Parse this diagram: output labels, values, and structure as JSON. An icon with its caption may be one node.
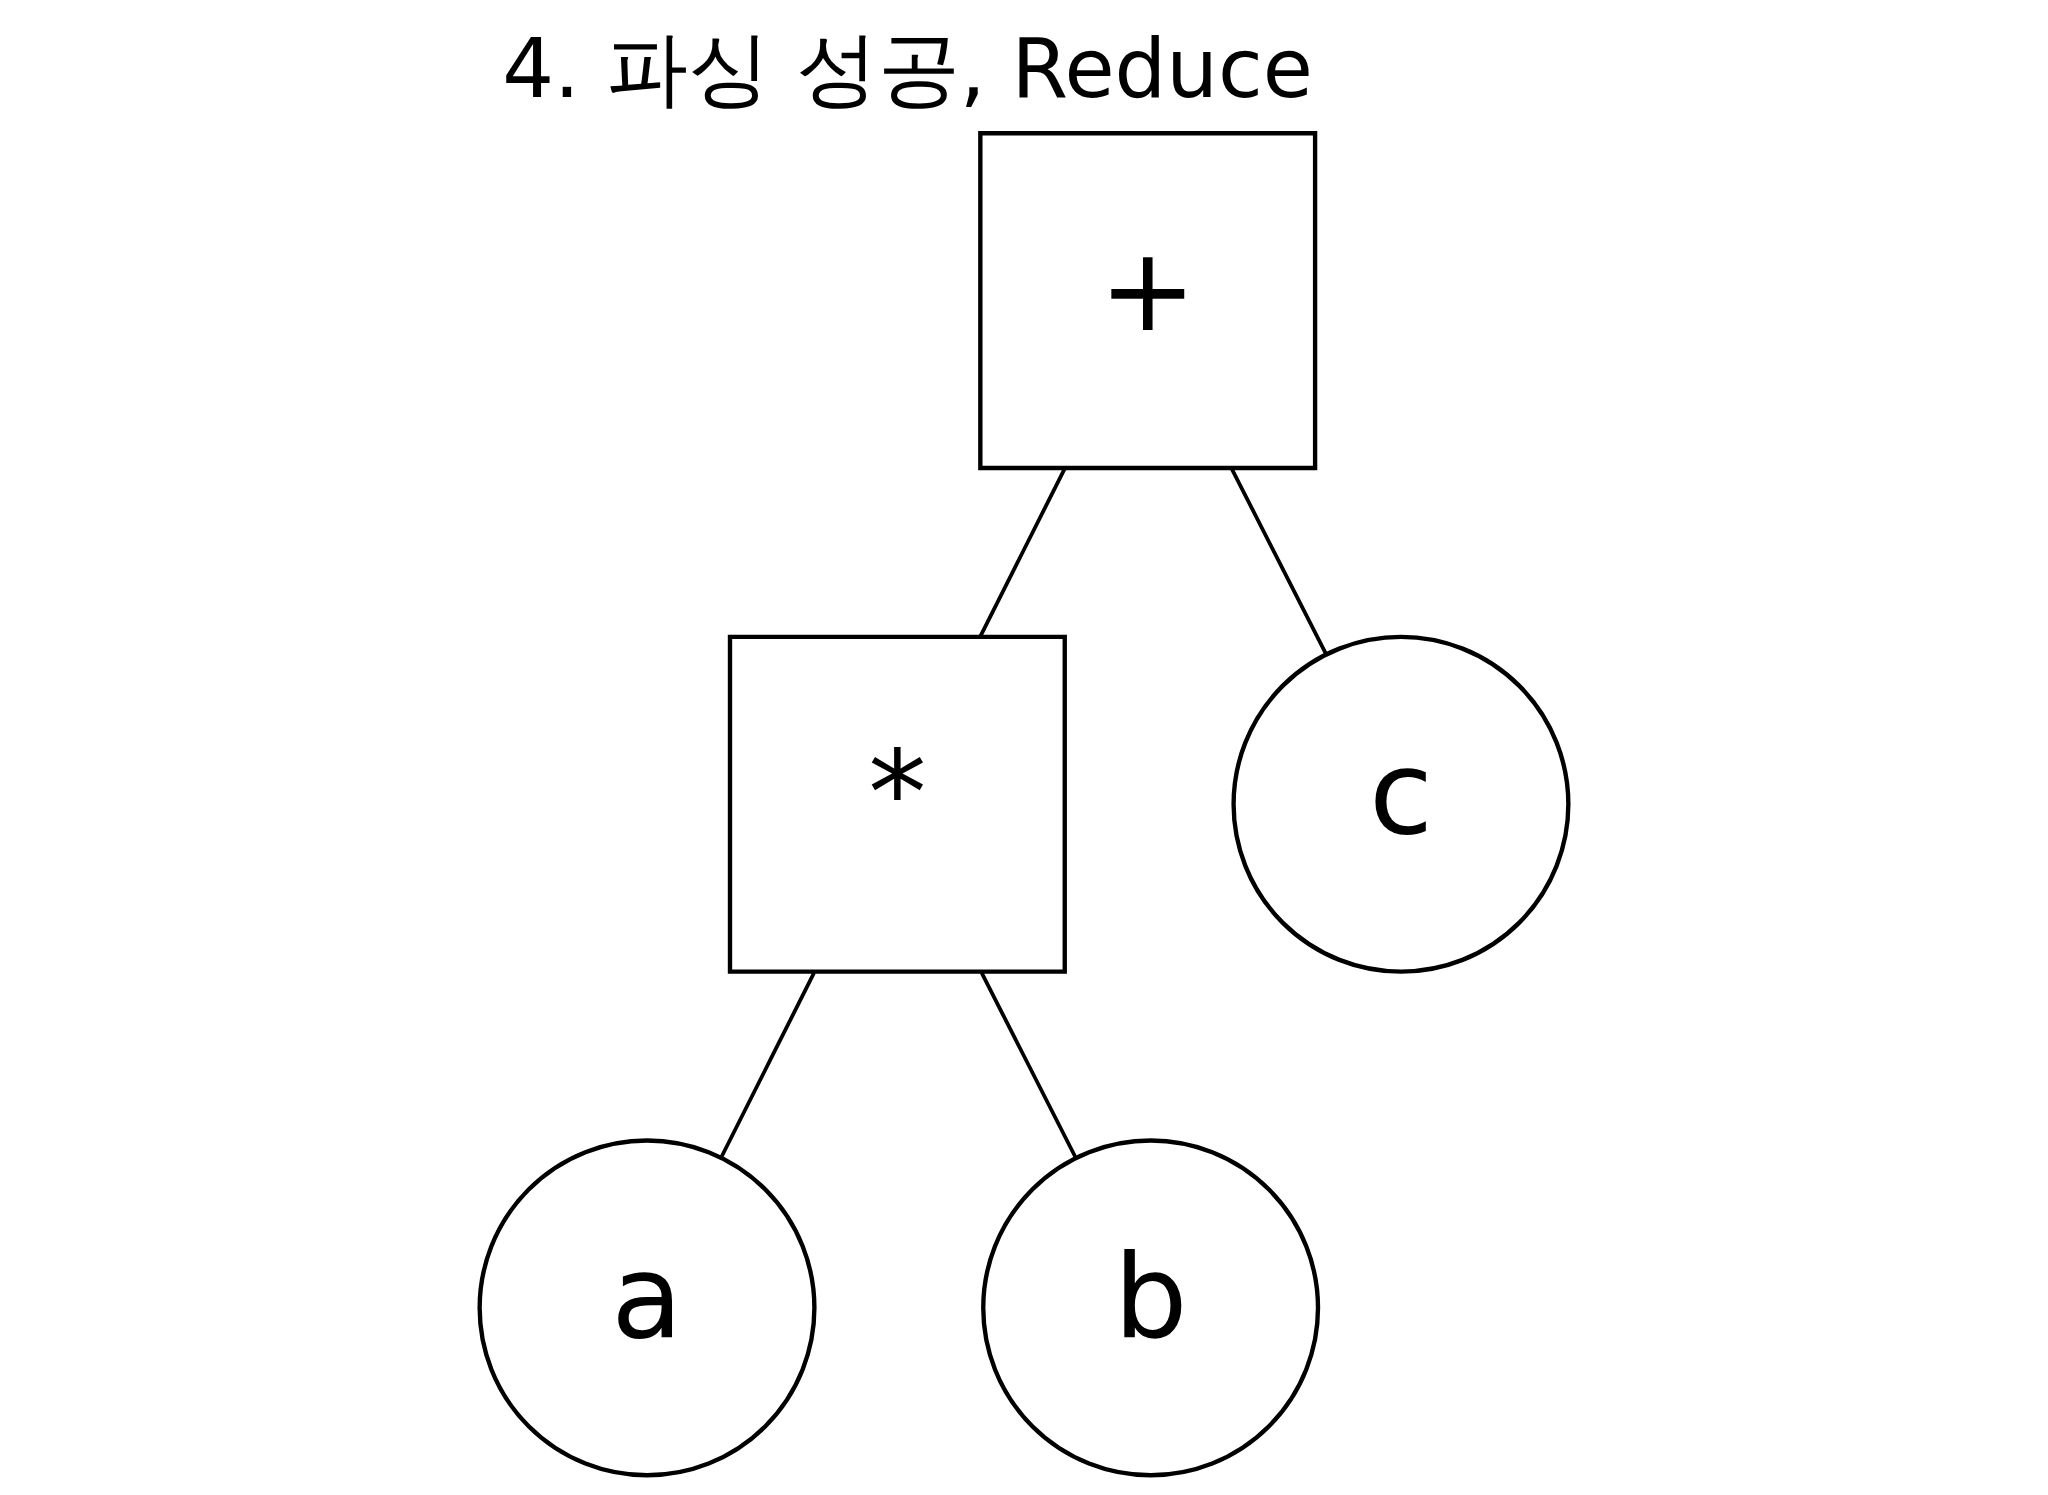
{
  "diagram": {
    "title": "4. 파싱 성공, Reduce",
    "nodes": [
      {
        "text": [
          "+"
        ]
      },
      {
        "text": [
          "*"
        ]
      },
      {
        "text": [
          "c"
        ]
      },
      {
        "text": [
          "a"
        ]
      },
      {
        "text": [
          "b"
        ]
      }
    ],
    "edges": [
      {
        "from": 0,
        "to": 1,
        "arrow": "none"
      },
      {
        "from": 0,
        "to": 2,
        "arrow": "none"
      },
      {
        "from": 1,
        "to": 3,
        "arrow": "none"
      },
      {
        "from": 1,
        "to": 4,
        "arrow": "none"
      }
    ]
  }
}
